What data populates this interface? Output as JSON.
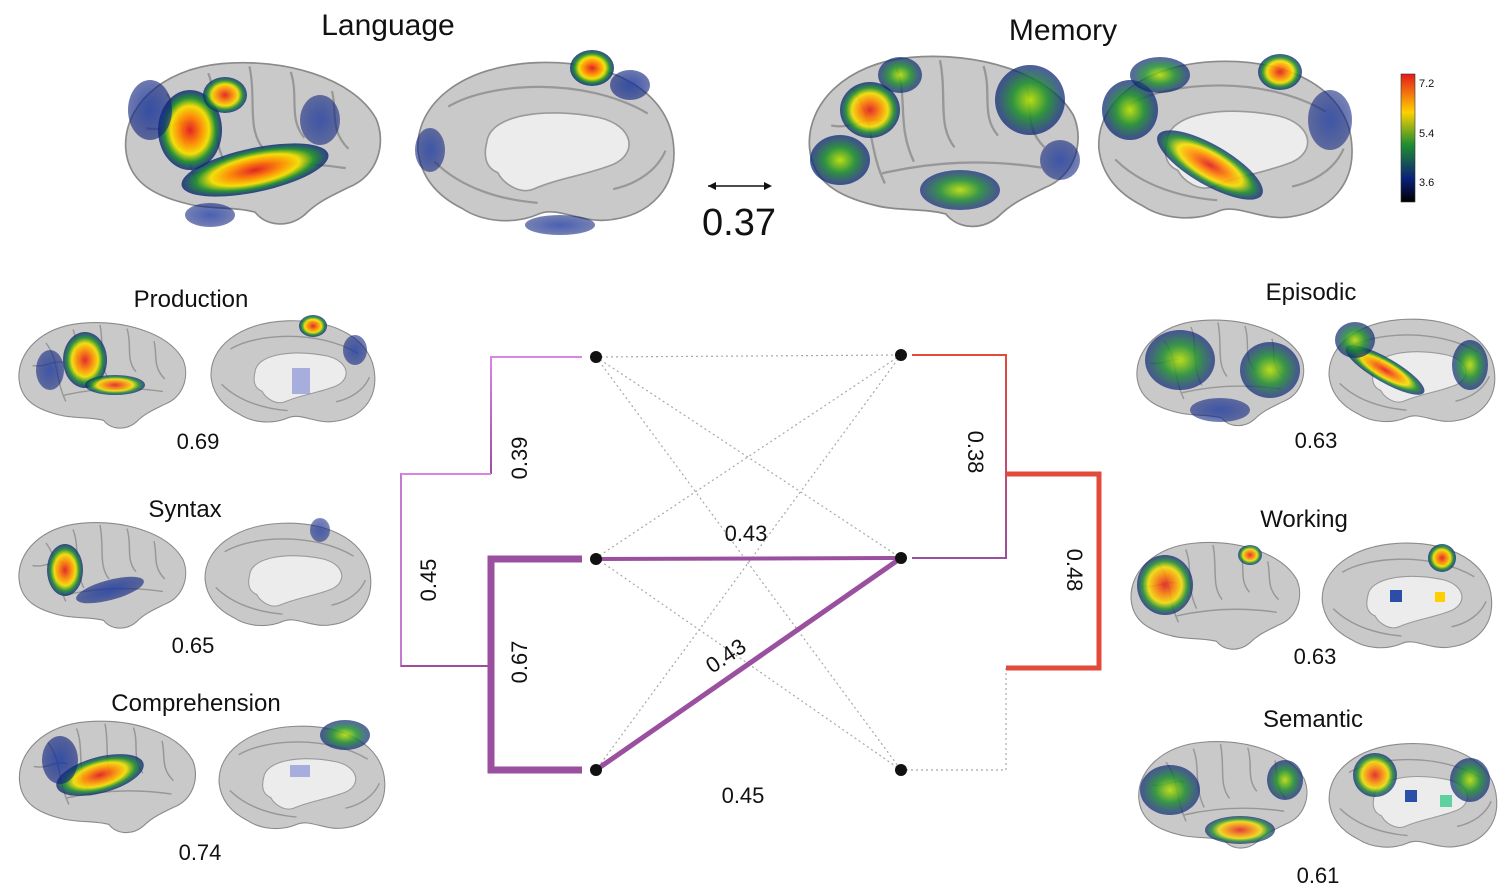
{
  "header": {
    "language_title": "Language",
    "memory_title": "Memory",
    "overall_correlation": "0.37"
  },
  "colorbar": {
    "ticks": [
      "7.2",
      "5.4",
      "3.6"
    ],
    "colors": [
      "#e41a1c",
      "#ffd000",
      "#1f8f2f",
      "#0b1f7a",
      "#000000"
    ]
  },
  "left_panels": [
    {
      "title": "Production",
      "value": "0.69"
    },
    {
      "title": "Syntax",
      "value": "0.65"
    },
    {
      "title": "Comprehension",
      "value": "0.74"
    }
  ],
  "right_panels": [
    {
      "title": "Episodic",
      "value": "0.63"
    },
    {
      "title": "Working",
      "value": "0.63"
    },
    {
      "title": "Semantic",
      "value": "0.61"
    }
  ],
  "network": {
    "bracket_left_inner_top": "0.39",
    "bracket_left_outer": "0.45",
    "bracket_left_inner_bottom": "0.67",
    "bracket_right_inner": "0.38",
    "bracket_right_outer": "0.48",
    "edge_mid_horizontal": "0.43",
    "edge_diagonal": "0.43",
    "edge_bottom_horizontal": "0.45"
  },
  "colors": {
    "language": "#9b4f9f",
    "language_light": "#d985e6",
    "memory": "#e24a3b",
    "dotted": "#a8a8a8"
  }
}
